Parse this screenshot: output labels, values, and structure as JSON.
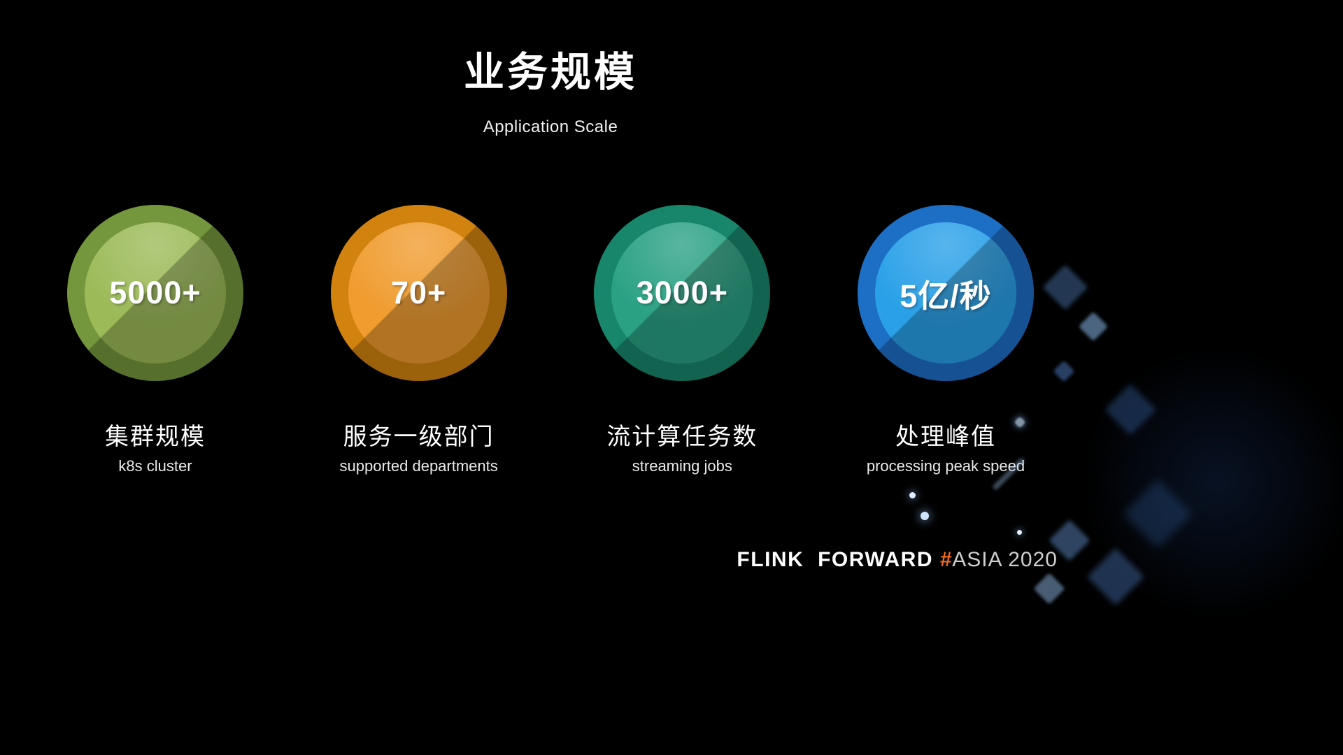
{
  "slide": {
    "title": "业务规模",
    "subtitle": "Application Scale",
    "stats": [
      {
        "value": "5000+",
        "label_zh": "集群规模",
        "label_en": "k8s cluster",
        "color_outer": "#74963C",
        "color_inner": "#9CBA58"
      },
      {
        "value": "70+",
        "label_zh": "服务一级部门",
        "label_en": "supported departments",
        "color_outer": "#D2830F",
        "color_inner": "#F09C2F"
      },
      {
        "value": "3000+",
        "label_zh": "流计算任务数",
        "label_en": "streaming jobs",
        "color_outer": "#18866B",
        "color_inner": "#2AA183"
      },
      {
        "value": "5亿/秒",
        "label_zh": "处理峰值",
        "label_en": "processing peak speed",
        "color_outer": "#1D6FC6",
        "color_inner": "#29A0E8"
      }
    ],
    "footer": {
      "brand": "FLINK FORWARD",
      "hash": "#",
      "edition": "ASIA 2020"
    },
    "colors": {
      "background": "#000000",
      "accent_hash": "#F26A1E"
    }
  }
}
